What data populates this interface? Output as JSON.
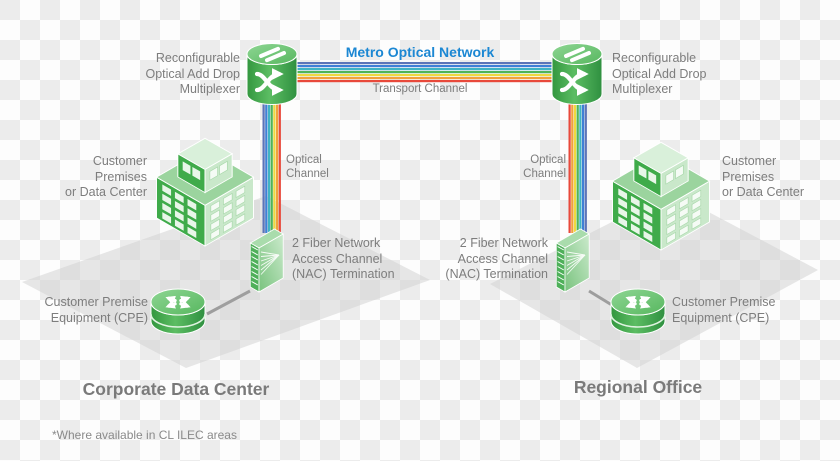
{
  "colors": {
    "title_blue": "#1b87d3",
    "label_gray": "#7d7d7d",
    "site_gray": "#7a7a7a",
    "device_green": "#3FAB4A",
    "platform_gray": "#cfcfcf"
  },
  "header": {
    "title": "Metro Optical Network",
    "transport_channel": "Transport Channel"
  },
  "channel": {
    "optical_channel": "Optical Channel"
  },
  "devices": {
    "roadm": {
      "line1": "Reconfigurable",
      "line2": "Optical Add Drop",
      "line3": "Multiplexer"
    },
    "premises": {
      "line1": "Customer",
      "line2": "Premises",
      "line3": "or Data Center"
    },
    "nac": {
      "line1": "2 Fiber Network",
      "line2": "Access Channel",
      "line3": "(NAC) Termination"
    },
    "cpe": {
      "line1": "Customer Premise",
      "line2": "Equipment (CPE)"
    }
  },
  "sites": {
    "left": "Corporate Data Center",
    "right": "Regional Office"
  },
  "footnote": "*Where available in CL ILEC areas",
  "fibers": {
    "stripe_colors": [
      "#5b74b8",
      "#3f7fd6",
      "#3fb3c4",
      "#4fb457",
      "#efd93f",
      "#f0a23b",
      "#e8493b"
    ]
  }
}
